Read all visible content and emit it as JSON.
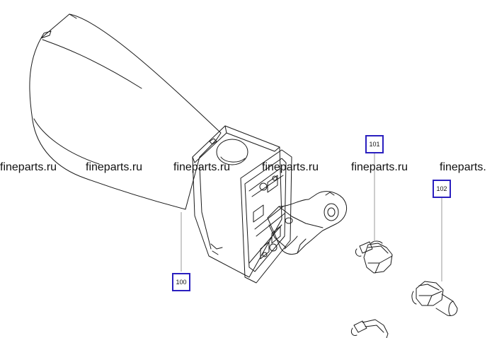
{
  "watermark": {
    "text": "fineparts.ru",
    "clipped_text": "fineparts."
  },
  "callouts": [
    {
      "id": "100",
      "label": "100"
    },
    {
      "id": "101",
      "label": "101"
    },
    {
      "id": "102",
      "label": "102"
    }
  ],
  "colors": {
    "line": "#1a1a1a",
    "callout_border": "#2a1fbf",
    "leader": "#9a9a9a"
  }
}
